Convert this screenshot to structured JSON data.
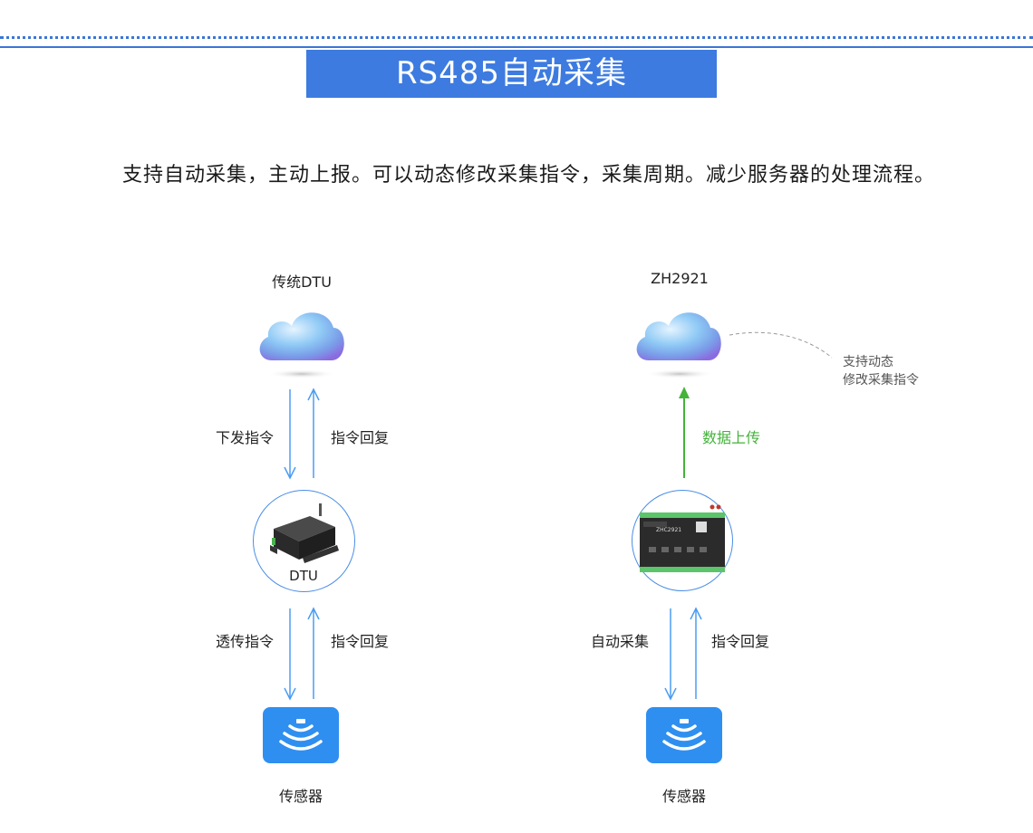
{
  "header": {
    "title": "RS485自动采集"
  },
  "intro": {
    "text": "支持自动采集，主动上报。可以动态修改采集指令，采集周期。减少服务器的处理流程。"
  },
  "left": {
    "title": "传统DTU",
    "down1": "下发指令",
    "up1": "指令回复",
    "device_label": "DTU",
    "down2": "透传指令",
    "up2": "指令回复",
    "sensor_label": "传感器"
  },
  "right": {
    "title": "ZH2921",
    "upload": "数据上传",
    "note_line1": "支持动态",
    "note_line2": "修改采集指令",
    "down2": "自动采集",
    "up2": "指令回复",
    "sensor_label": "传感器",
    "device_text": "ZHC2921"
  },
  "colors": {
    "brand_blue": "#3d7be0",
    "arrow_blue": "#4a9cf2",
    "upload_green": "#43b33a",
    "sensor_blue": "#2f8ff0"
  },
  "icons": {
    "cloud": "cloud-icon",
    "sensor": "sensor-wave-icon",
    "dtu": "dtu-device-image",
    "zh2921": "zh2921-device-image"
  }
}
